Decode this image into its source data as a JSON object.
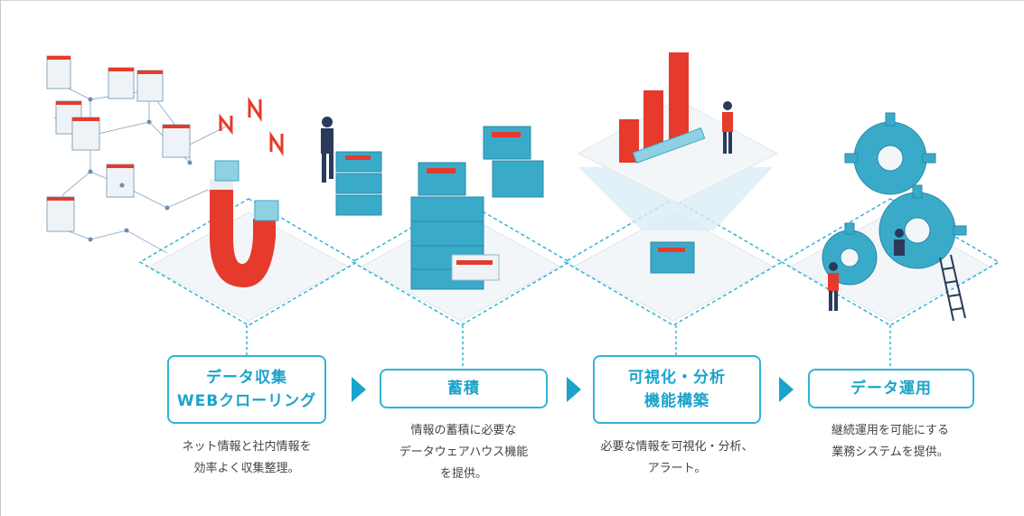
{
  "colors": {
    "accent": "#1aa3cc",
    "red": "#e53a2c",
    "teal": "#3aaac9",
    "dark": "#2a3a5a"
  },
  "steps": [
    {
      "title_line1": "データ収集",
      "title_line2": "WEBクローリング",
      "desc_line1": "ネット情報と社内情報を",
      "desc_line2": "効率よく収集整理。",
      "desc_line3": ""
    },
    {
      "title_line1": "蓄積",
      "title_line2": "",
      "desc_line1": "情報の蓄積に必要な",
      "desc_line2": "データウェアハウス機能",
      "desc_line3": "を提供。"
    },
    {
      "title_line1": "可視化・分析",
      "title_line2": "機能構築",
      "desc_line1": "必要な情報を可視化・分析、",
      "desc_line2": "アラート。",
      "desc_line3": ""
    },
    {
      "title_line1": "データ運用",
      "title_line2": "",
      "desc_line1": "継続運用を可能にする",
      "desc_line2": "業務システムを提供。",
      "desc_line3": ""
    }
  ]
}
